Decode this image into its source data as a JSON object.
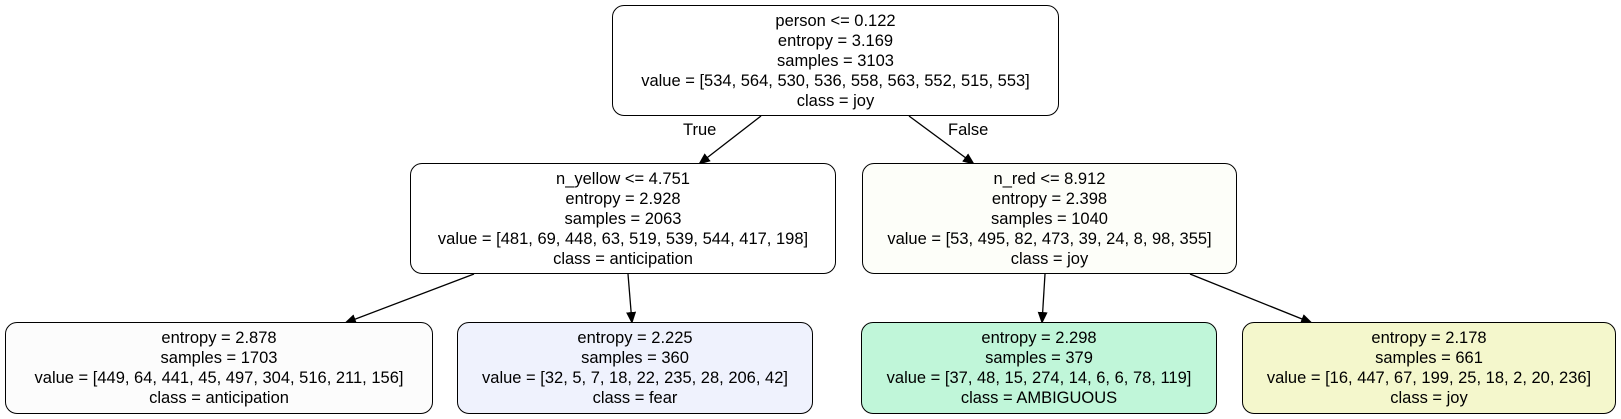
{
  "nodes": [
    {
      "id": "root",
      "fill": "#ffffff",
      "lines": {
        "split": "person <= 0.122",
        "entropy": "entropy = 3.169",
        "samples": "samples = 3103",
        "value": "value = [534, 564, 530, 536, 558, 563, 552, 515, 553]",
        "class": "class = joy"
      }
    },
    {
      "id": "n1",
      "fill": "#ffffff",
      "lines": {
        "split": "n_yellow <= 4.751",
        "entropy": "entropy = 2.928",
        "samples": "samples = 2063",
        "value": "value = [481, 69, 448, 63, 519, 539, 544, 417, 198]",
        "class": "class = anticipation"
      }
    },
    {
      "id": "n2",
      "fill": "#fdfef9",
      "lines": {
        "split": "n_red <= 8.912",
        "entropy": "entropy = 2.398",
        "samples": "samples = 1040",
        "value": "value = [53, 495, 82, 473, 39, 24, 8, 98, 355]",
        "class": "class = joy"
      }
    },
    {
      "id": "n3",
      "fill": "#fcfcfc",
      "lines": {
        "entropy": "entropy = 2.878",
        "samples": "samples = 1703",
        "value": "value = [449, 64, 441, 45, 497, 304, 516, 211, 156]",
        "class": "class = anticipation"
      }
    },
    {
      "id": "n4",
      "fill": "#eff2fd",
      "lines": {
        "entropy": "entropy = 2.225",
        "samples": "samples = 360",
        "value": "value = [32, 5, 7, 18, 22, 235, 28, 206, 42]",
        "class": "class = fear"
      }
    },
    {
      "id": "n5",
      "fill": "#c0f6d9",
      "lines": {
        "entropy": "entropy = 2.298",
        "samples": "samples = 379",
        "value": "value = [37, 48, 15, 274, 14, 6, 6, 78, 119]",
        "class": "class = AMBIGUOUS"
      }
    },
    {
      "id": "n6",
      "fill": "#f4f7cc",
      "lines": {
        "entropy": "entropy = 2.178",
        "samples": "samples = 661",
        "value": "value = [16, 447, 67, 199, 25, 18, 2, 20, 236]",
        "class": "class = joy"
      }
    }
  ],
  "edges": [
    {
      "from": "root",
      "to": "n1",
      "label": "True"
    },
    {
      "from": "root",
      "to": "n2",
      "label": "False"
    },
    {
      "from": "n1",
      "to": "n3",
      "label": ""
    },
    {
      "from": "n1",
      "to": "n4",
      "label": ""
    },
    {
      "from": "n2",
      "to": "n5",
      "label": ""
    },
    {
      "from": "n2",
      "to": "n6",
      "label": ""
    }
  ],
  "colors": {
    "stroke": "#000000"
  }
}
